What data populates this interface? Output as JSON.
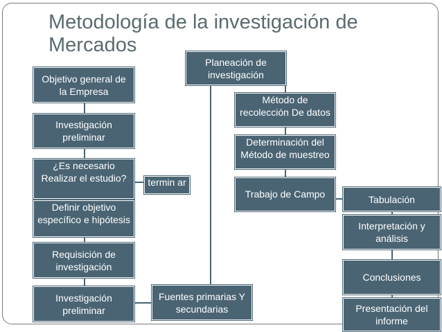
{
  "slide": {
    "title_line1": "Metodología de la investigación de",
    "title_line2": "Mercados"
  },
  "nodes": {
    "objetivo_general": "Objetivo general de la Empresa",
    "investigacion_preliminar_1": "Investigación preliminar",
    "es_necesario": "¿Es necesario Realizar el estudio?",
    "terminar": "termin ar",
    "definir_objetivo": "Definir objetivo específico e hipótesis",
    "requisicion": "Requisición de investigación",
    "investigacion_preliminar_2": "Investigación preliminar",
    "fuentes": "Fuentes primarias Y secundarias",
    "planeacion": "Planeación de investigación",
    "metodo_recoleccion": "Método de recolección De datos",
    "determinacion_metodo": "Determinación del Método de muestreo",
    "trabajo_campo": "Trabajo de Campo",
    "tabulacion": "Tabulación",
    "interpretacion": "Interpretación y análisis",
    "conclusiones": "Conclusiones",
    "presentacion": "Presentación del informe"
  },
  "colors": {
    "box_fill": "#4a6473",
    "title_text": "#5a6a6f"
  }
}
